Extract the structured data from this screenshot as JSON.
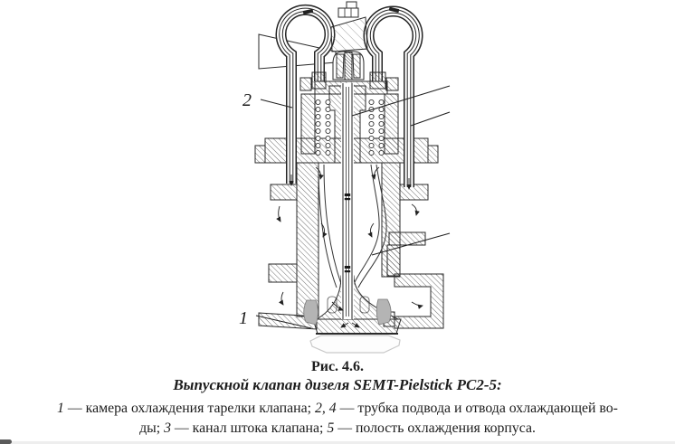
{
  "page": {
    "background": "#ffffff",
    "ink_color": "#222222",
    "cooling_pocket_color": "#b4b4b4"
  },
  "figure": {
    "heading": "Рис. 4.6.",
    "title": "Выпускной клапан дизеля SEMT-Pielstick PC2-5:",
    "legend_line1": [
      {
        "t": "1",
        "i": true
      },
      {
        "t": " — камера охлаждения тарелки клапана; ",
        "i": false
      },
      {
        "t": "2, 4",
        "i": true
      },
      {
        "t": " — трубка подвода и отвода охлаждающей во-",
        "i": false
      }
    ],
    "legend_line2": [
      {
        "t": "ды; ",
        "i": false
      },
      {
        "t": "3",
        "i": true
      },
      {
        "t": " — канал штока клапана; ",
        "i": false
      },
      {
        "t": "5",
        "i": true
      },
      {
        "t": " — полость охлаждения корпуса.",
        "i": false
      }
    ],
    "callouts": [
      {
        "label": "2",
        "target": "left cooling tube"
      },
      {
        "label": "1",
        "target": "valve disc cooling chamber"
      }
    ]
  }
}
